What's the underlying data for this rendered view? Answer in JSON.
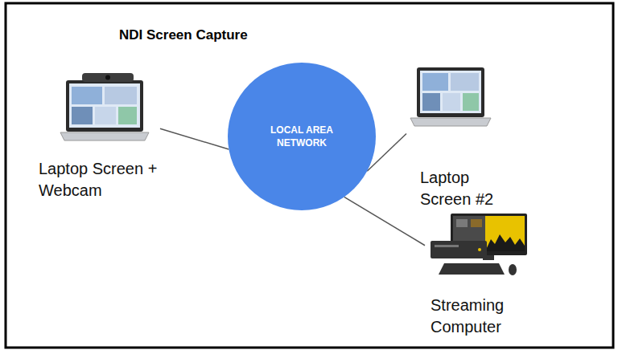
{
  "diagram": {
    "title": "NDI Screen Capture",
    "nodes": [
      {
        "text": [
          "Laptop Screen + Webcam"
        ]
      },
      {
        "text": [
          "LOCAL AREA NETWORK"
        ]
      },
      {
        "text": [
          "Laptop Screen #2"
        ]
      },
      {
        "text": [
          "Streaming Computer"
        ]
      }
    ],
    "edges": [
      {
        "from": 0,
        "to": 1,
        "arrow": "none"
      },
      {
        "from": 1,
        "to": 2,
        "arrow": "none"
      },
      {
        "from": 1,
        "to": 3,
        "arrow": "none"
      }
    ]
  }
}
